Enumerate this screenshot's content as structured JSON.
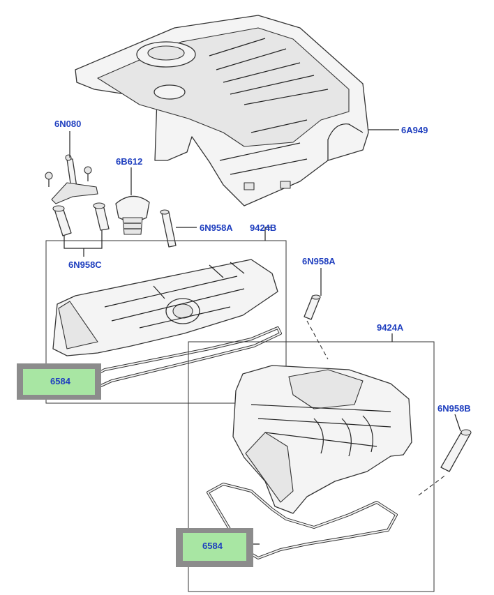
{
  "colors": {
    "label_blue": "#1f3fbf",
    "highlight_fill": "#a8e6a3",
    "highlight_border": "#8c8c8c"
  },
  "labels": {
    "engine_cover": "6A949",
    "oil_filler_cap": "6B612",
    "breather_tube": "6N080",
    "pcv_hoses": "6N958C",
    "valve_cover_left": "9424B",
    "valve_cover_right": "9424A",
    "pcv_valve_upper": "6N958A",
    "pcv_valve_mid": "6N958A",
    "pcv_valve_right": "6N958B",
    "gasket_upper": "6584",
    "gasket_lower": "6584"
  }
}
